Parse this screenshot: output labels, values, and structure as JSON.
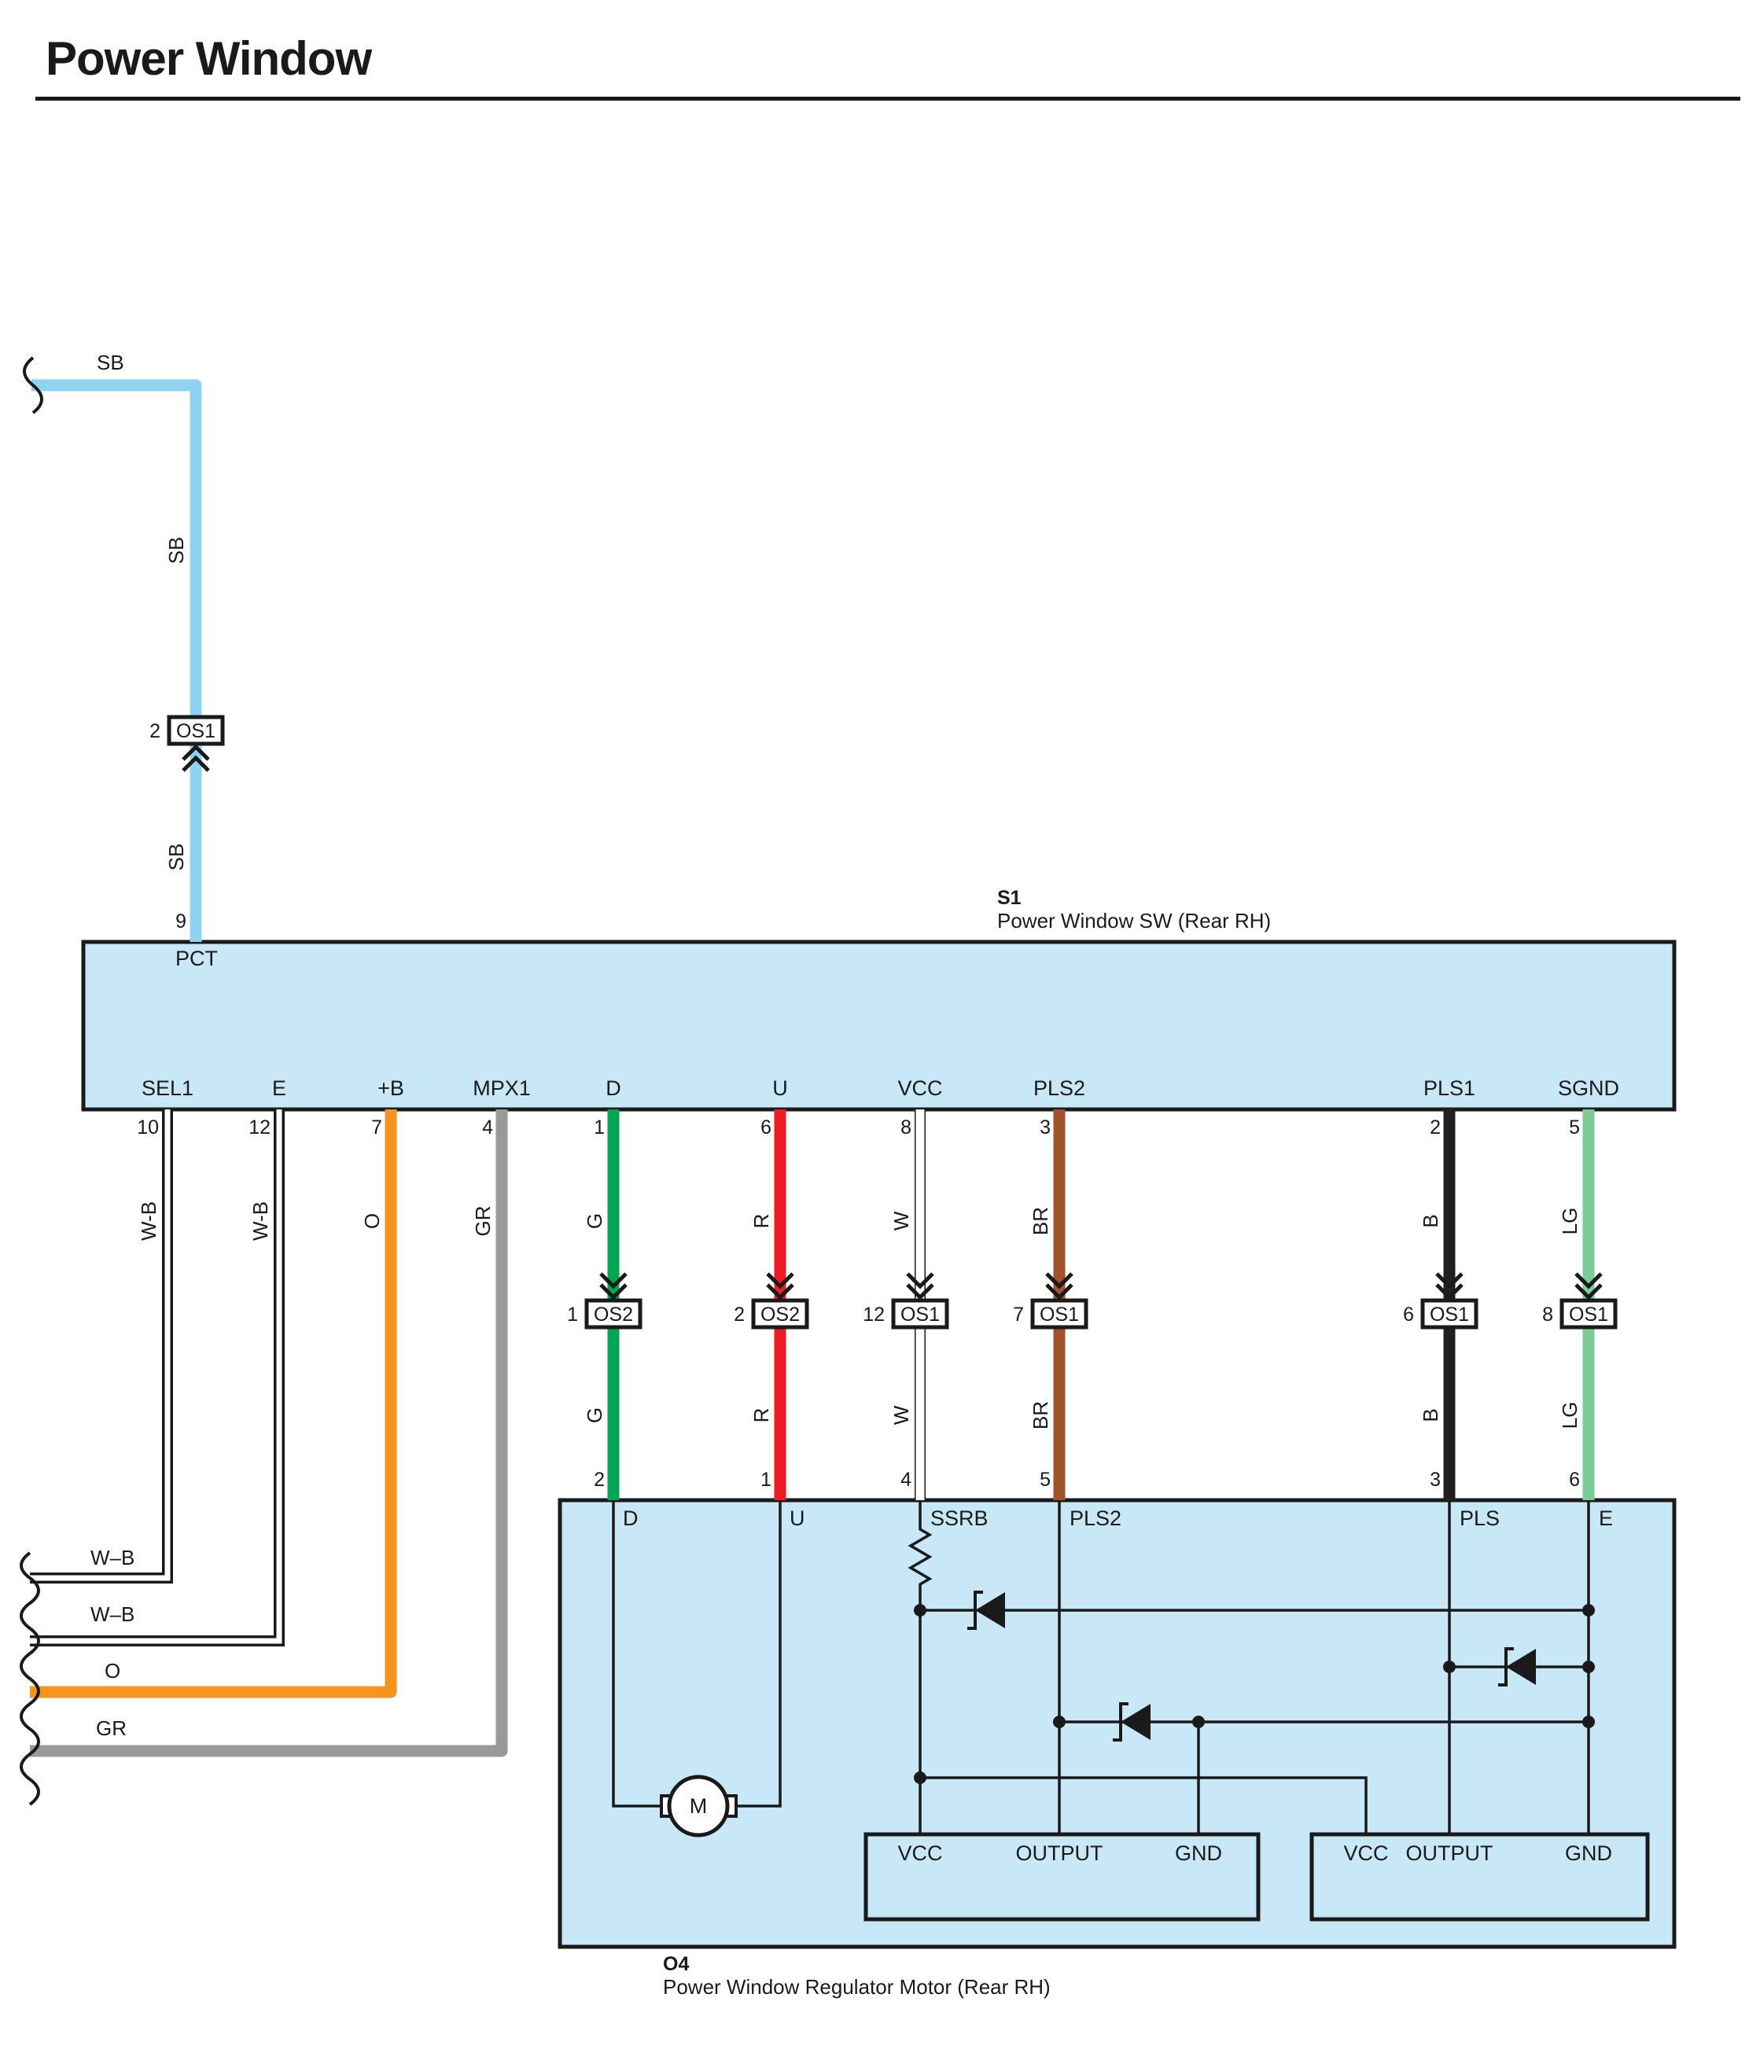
{
  "title": "Power Window",
  "colors": {
    "SB": "#8fd3f2",
    "O": "#f7941d",
    "GR": "#999999",
    "G": "#00a651",
    "R": "#ed1c24",
    "BR": "#a0522d",
    "B": "#231f20",
    "LG": "#7ecb9a",
    "W": "#ffffff",
    "component_fill": "#c8e8f8",
    "line": "#1a1a1a"
  },
  "components": {
    "s1": {
      "code": "S1",
      "name": "Power Window SW (Rear RH)"
    },
    "o4": {
      "code": "O4",
      "name": "Power Window Regulator Motor (Rear RH)"
    }
  },
  "s1_terminals": {
    "pct": {
      "name": "PCT",
      "pin": "9"
    },
    "bottom": [
      {
        "name": "SEL1",
        "pin": "10"
      },
      {
        "name": "E",
        "pin": "12"
      },
      {
        "name": "+B",
        "pin": "7"
      },
      {
        "name": "MPX1",
        "pin": "4"
      },
      {
        "name": "D",
        "pin": "1"
      },
      {
        "name": "U",
        "pin": "6"
      },
      {
        "name": "VCC",
        "pin": "8"
      },
      {
        "name": "PLS2",
        "pin": "3"
      },
      {
        "name": "PLS1",
        "pin": "2"
      },
      {
        "name": "SGND",
        "pin": "5"
      }
    ]
  },
  "o4_terminals": [
    {
      "name": "D",
      "pin": "2"
    },
    {
      "name": "U",
      "pin": "1"
    },
    {
      "name": "SSRB",
      "pin": "4"
    },
    {
      "name": "PLS2",
      "pin": "5"
    },
    {
      "name": "PLS",
      "pin": "3"
    },
    {
      "name": "E",
      "pin": "6"
    }
  ],
  "connectors": [
    {
      "name": "OS1",
      "pin": "2"
    },
    {
      "name": "OS2",
      "pin": "1"
    },
    {
      "name": "OS2",
      "pin": "2"
    },
    {
      "name": "OS1",
      "pin": "12"
    },
    {
      "name": "OS1",
      "pin": "7"
    },
    {
      "name": "OS1",
      "pin": "6"
    },
    {
      "name": "OS1",
      "pin": "8"
    }
  ],
  "wires": {
    "top_left": "SB",
    "sb_upper": "SB",
    "sb_lower": "SB",
    "sel1": "W-B",
    "e": "W-B",
    "plusb": "O",
    "mpx1": "GR",
    "d_upper": "G",
    "d_lower": "G",
    "u_upper": "R",
    "u_lower": "R",
    "vcc_upper": "W",
    "vcc_lower": "W",
    "pls2_upper": "BR",
    "pls2_lower": "BR",
    "pls1_upper": "B",
    "pls1_lower": "B",
    "sgnd_upper": "LG",
    "sgnd_lower": "LG"
  },
  "left_ends": [
    "W–B",
    "W–B",
    "O",
    "GR"
  ],
  "motor_label": "M",
  "sensors": [
    {
      "vcc": "VCC",
      "output": "OUTPUT",
      "gnd": "GND"
    },
    {
      "vcc": "VCC",
      "output": "OUTPUT",
      "gnd": "GND"
    }
  ]
}
